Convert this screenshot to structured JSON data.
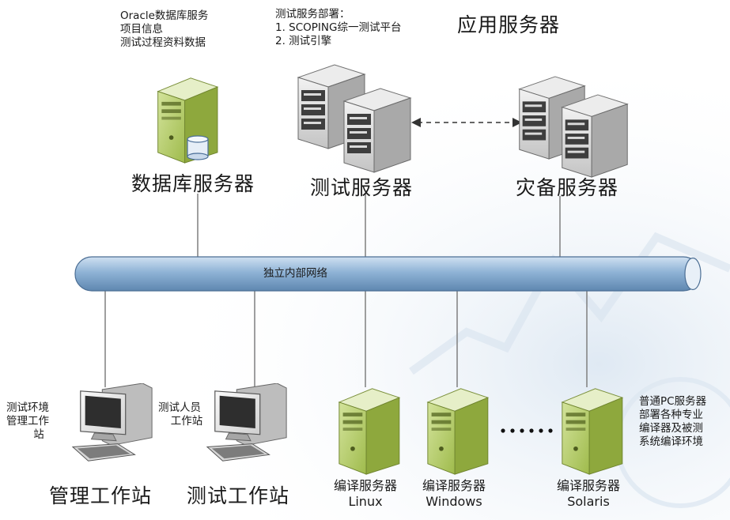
{
  "title": "应用服务器",
  "network": {
    "label": "独立内部网络"
  },
  "servers": {
    "database": {
      "label": "数据库服务器",
      "notes": [
        "Oracle数据库服务",
        "项目信息",
        "测试过程资料数据"
      ]
    },
    "test": {
      "label": "测试服务器",
      "notes": [
        "测试服务部署：",
        "1. SCOPING综一测试平台",
        "2. 测试引擎"
      ]
    },
    "backup": {
      "label": "灾备服务器"
    }
  },
  "workstations": {
    "management": {
      "label": "管理工作站",
      "note": [
        "测试环境",
        "管理工作",
        "站"
      ]
    },
    "tester": {
      "label": "测试工作站",
      "note": [
        "测试人员",
        "工作站"
      ]
    }
  },
  "compile_servers": [
    {
      "label": "编译服务器",
      "os": "Linux"
    },
    {
      "label": "编译服务器",
      "os": "Windows"
    },
    {
      "label": "编译服务器",
      "os": "Solaris"
    }
  ],
  "compile_note": [
    "普通PC服务器",
    "部署各种专业",
    "编译器及被测",
    "系统编译环境"
  ],
  "colors": {
    "server_green": "#b9cf6e",
    "rack_gray": "#c8c8c8",
    "pipe_blue": "#8fb3d6",
    "line_gray": "#7f7f7f"
  }
}
